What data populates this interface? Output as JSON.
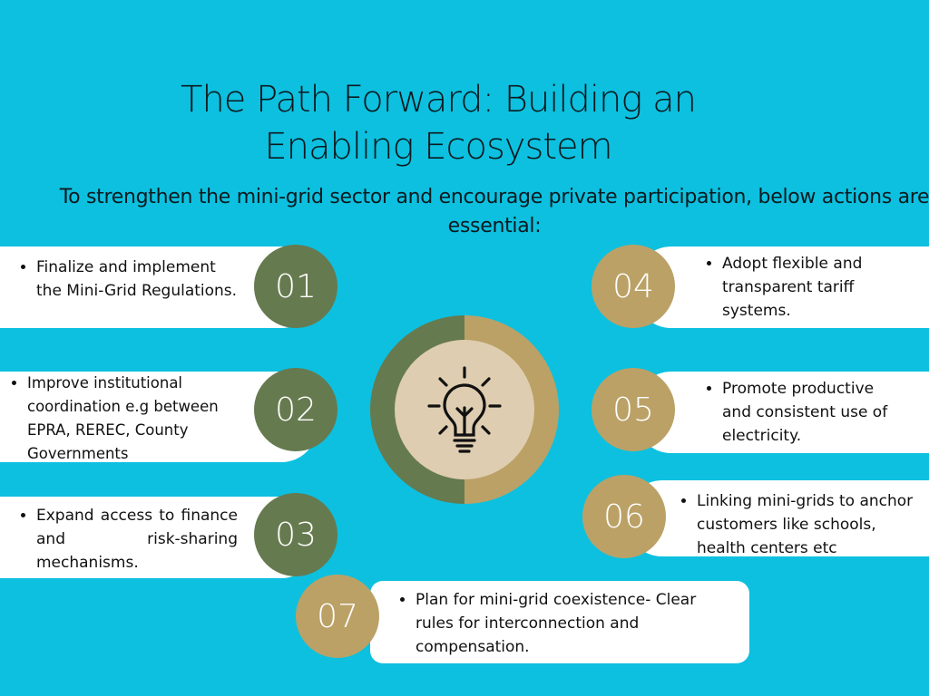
{
  "title_line1": "The Path Forward: Building an",
  "title_line2": "Enabling Ecosystem",
  "subtitle": "To strengthen the mini-grid sector and encourage private participation,  below actions are essential:",
  "colors": {
    "background": "#0DC0DF",
    "green": "#667A4F",
    "tan": "#BBA166",
    "beige": "#DECDB0"
  },
  "center_icon": "lightbulb-icon",
  "actions": [
    {
      "number": "01",
      "text": "Finalize and implement the Mini-Grid Regulations."
    },
    {
      "number": "02",
      "text": "Improve institutional coordination e.g between EPRA, REREC, County Governments"
    },
    {
      "number": "03",
      "text": "Expand access to finance and risk-sharing mechanisms."
    },
    {
      "number": "04",
      "text": "Adopt flexible and transparent tariff systems."
    },
    {
      "number": "05",
      "text": "Promote productive and consistent use of electricity."
    },
    {
      "number": "06",
      "text": "Linking mini-grids to anchor customers like schools, health centers etc"
    },
    {
      "number": "07",
      "text": "Plan for mini-grid coexistence- Clear rules for interconnection and compensation."
    }
  ]
}
